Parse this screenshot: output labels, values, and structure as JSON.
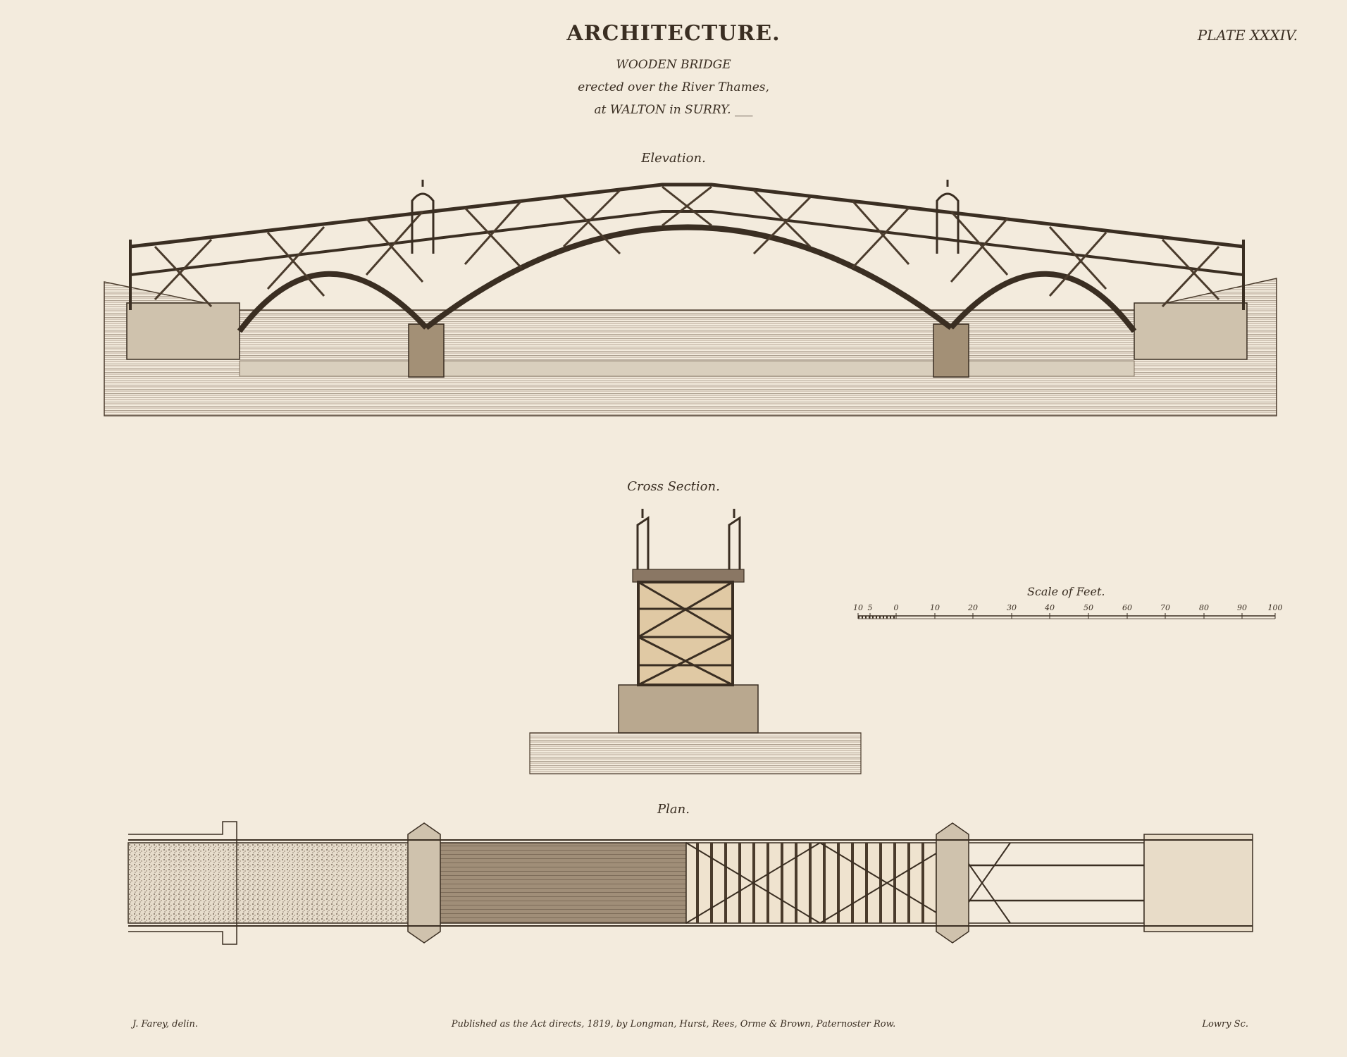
{
  "plate": {
    "title": "ARCHITECTURE.",
    "plate_number": "PLATE XXXIV.",
    "subtitle_lines": [
      "WOODEN BRIDGE",
      "erected over the River Thames,",
      "at WALTON in SURRY. ___"
    ]
  },
  "figures": {
    "elevation": "Elevation.",
    "cross_section": "Cross Section.",
    "plan": "Plan."
  },
  "scale": {
    "label": "Scale of Feet.",
    "ticks": [
      "10",
      "5",
      "0",
      "10",
      "20",
      "30",
      "40",
      "50",
      "60",
      "70",
      "80",
      "90",
      "100"
    ]
  },
  "footer": {
    "draughtsman": "J. Farey, delin.",
    "publisher": "Published as the Act directs, 1819, by Longman, Hurst, Rees, Orme & Brown, Paternoster Row.",
    "engraver": "Lowry Sc."
  },
  "colors": {
    "paper": "#f3ebdd",
    "ink": "#3a2e22"
  }
}
